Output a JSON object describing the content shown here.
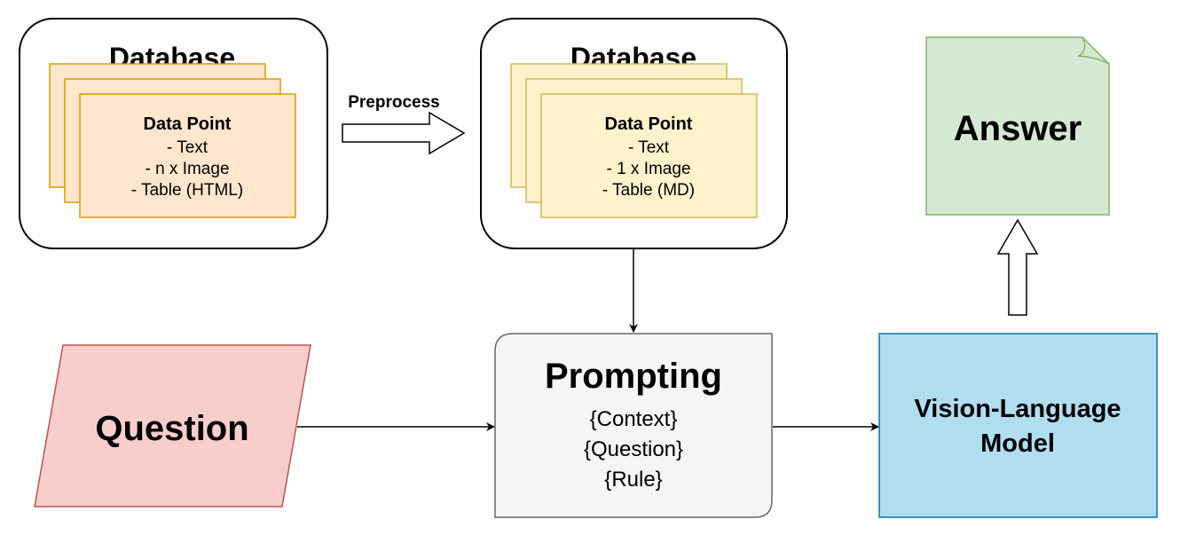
{
  "db_raw": {
    "title": "Database",
    "card_title": "Data Point",
    "lines": [
      "- Text",
      "- n x Image",
      "- Table (HTML)"
    ]
  },
  "preprocess": {
    "label": "Preprocess"
  },
  "db_processed": {
    "title": "Database",
    "card_title": "Data Point",
    "lines": [
      "- Text",
      "- 1 x Image",
      "- Table (MD)"
    ]
  },
  "answer": {
    "label": "Answer"
  },
  "question": {
    "label": "Question"
  },
  "prompting": {
    "title": "Prompting",
    "lines": [
      "{Context}",
      "{Question}",
      "{Rule}"
    ]
  },
  "vlm": {
    "lines": [
      "Vision-Language",
      "Model"
    ]
  },
  "colors": {
    "raw_card_fill": "#ffe6cc",
    "raw_card_stroke": "#d79b00",
    "proc_card_fill": "#fff2cc",
    "proc_card_stroke": "#d6b656",
    "answer_fill": "#d5e8d4",
    "answer_stroke": "#82b366",
    "question_fill": "#f8cecc",
    "question_stroke": "#b85450",
    "prompting_fill": "#f5f5f5",
    "prompting_stroke": "#666666",
    "vlm_fill": "#b1ddf0",
    "vlm_stroke": "#10739e"
  }
}
